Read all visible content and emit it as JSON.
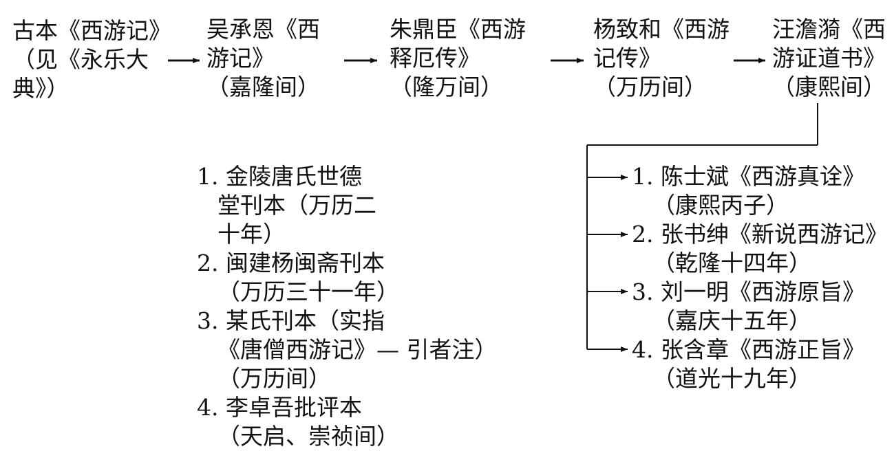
{
  "main_chain": [
    {
      "lines": [
        "古本《西游记》",
        "（见《永乐大",
        "典》）"
      ]
    },
    {
      "lines": [
        "吴承恩《西",
        "游记》",
        "（嘉隆间）"
      ]
    },
    {
      "lines": [
        "朱鼎臣《西游",
        "释厄传》",
        "（隆万间）"
      ]
    },
    {
      "lines": [
        "杨致和《西游",
        "记传》",
        "（万历间）"
      ]
    },
    {
      "lines": [
        "汪澹漪《西",
        "游证道书》",
        "（康熙间）"
      ]
    }
  ],
  "editions": [
    {
      "lines": [
        "1. 金陵唐氏世德",
        "堂刊本（万历二",
        "十年）"
      ]
    },
    {
      "lines": [
        "2. 闽建杨闽斋刊本",
        "（万历三十一年）"
      ]
    },
    {
      "lines": [
        "3. 某氏刊本（实指",
        "《唐僧西游记》— 引者注）",
        "（万历间）"
      ]
    },
    {
      "lines": [
        "4. 李卓吾批评本",
        "（天启、崇祯间）"
      ]
    }
  ],
  "branches": [
    {
      "lines": [
        "1. 陈士斌《西游真诠》",
        "（康熙丙子）"
      ]
    },
    {
      "lines": [
        "2. 张书绅《新说西游记》",
        "（乾隆十四年）"
      ]
    },
    {
      "lines": [
        "3. 刘一明《西游原旨》",
        "（嘉庆十五年）"
      ]
    },
    {
      "lines": [
        "4. 张含章《西游正旨》",
        "（道光十九年）"
      ]
    }
  ],
  "colors": {
    "ink": "#111111",
    "background": "#ffffff"
  }
}
